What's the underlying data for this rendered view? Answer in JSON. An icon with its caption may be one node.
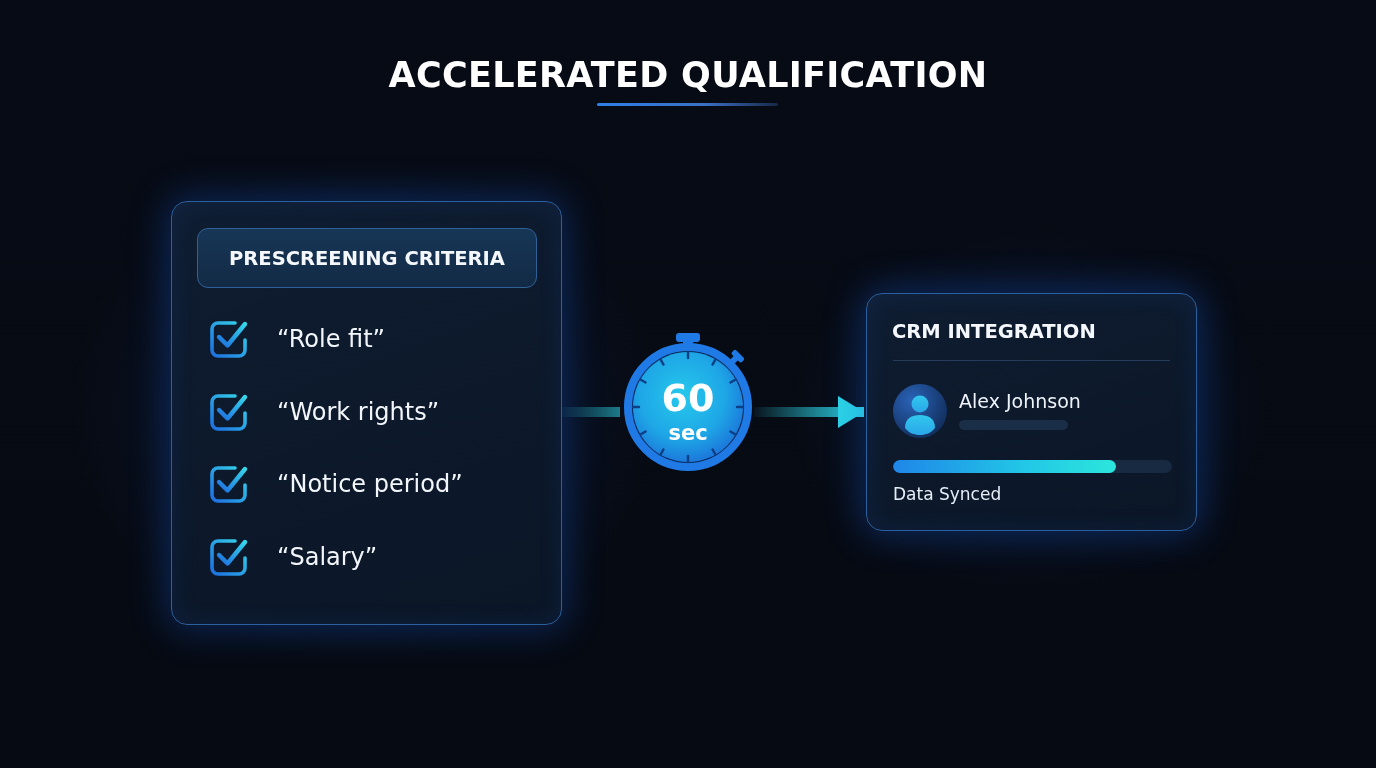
{
  "diagram": {
    "title": "ACCELERATED QUALIFICATION",
    "nodes": [
      {
        "text": [
          "“Role fit”",
          "“Work rights”",
          "“Notice period”",
          "“Salary”"
        ]
      },
      {
        "text": [
          "PRESCREENING CRITERIA"
        ],
        "in": 0
      },
      {
        "text": [
          "60",
          "sec"
        ]
      },
      {
        "text": [
          "CRM INTEGRATION",
          "Alex Johnson",
          "Data Synced"
        ]
      }
    ],
    "edges": [
      {
        "from": 0,
        "to": 2,
        "arrow": "none"
      },
      {
        "from": 2,
        "to": 3,
        "arrow": "to"
      }
    ]
  }
}
